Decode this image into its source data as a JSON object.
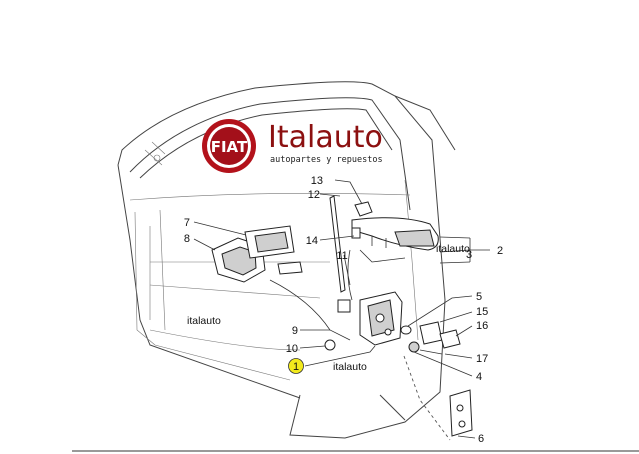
{
  "brand": {
    "logo_text": "FIAT",
    "name": "Italauto",
    "tagline": "autopartes y repuestos"
  },
  "watermarks": [
    "italauto",
    "italauto",
    "italauto"
  ],
  "callouts": {
    "c1": "1",
    "c2": "2",
    "c3": "3",
    "c4": "4",
    "c5": "5",
    "c6": "6",
    "c7": "7",
    "c8": "8",
    "c9": "9",
    "c10": "10",
    "c11": "11",
    "c12": "12",
    "c13": "13",
    "c14": "14",
    "c15": "15",
    "c16": "16",
    "c17": "17"
  },
  "colors": {
    "brand_red": "#8c1010",
    "logo_ring": "#b3121b",
    "highlight_marker": "#f2ea1c"
  }
}
